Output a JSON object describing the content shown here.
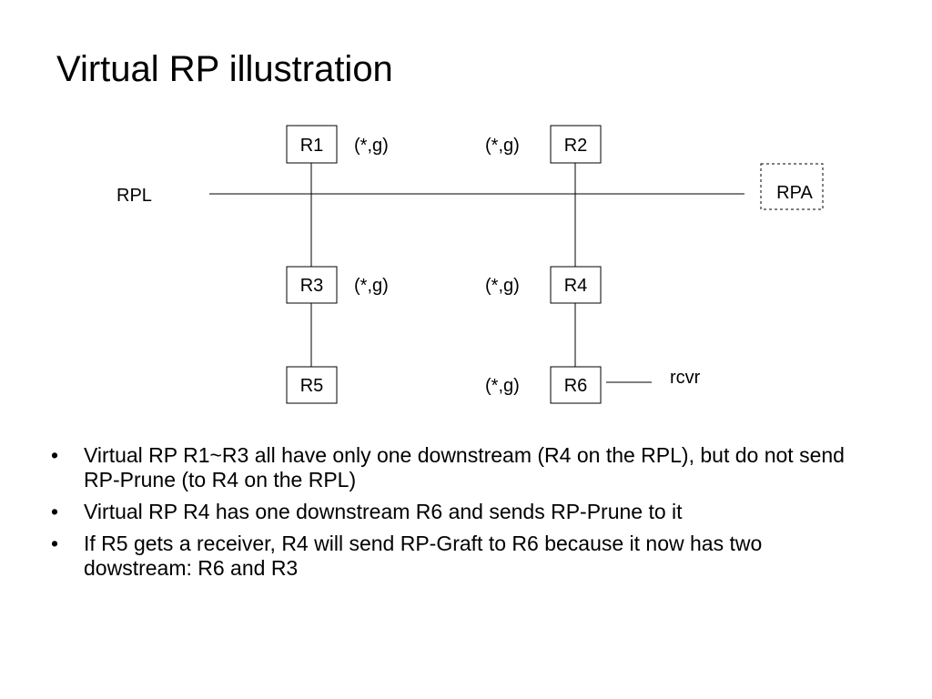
{
  "title": "Virtual RP illustration",
  "diagram": {
    "nodes": {
      "r1": "R1",
      "r2": "R2",
      "r3": "R3",
      "r4": "R4",
      "r5": "R5",
      "r6": "R6",
      "rpa": "RPA"
    },
    "rpl_label": "RPL",
    "rcvr_label": "rcvr",
    "state_labels": {
      "r1": "(*,g)",
      "r2": "(*,g)",
      "r3": "(*,g)",
      "r4": "(*,g)",
      "r6": "(*,g)"
    }
  },
  "bullets": [
    "Virtual RP R1~R3 all have only one downstream (R4 on the RPL), but do not send RP-Prune (to R4 on the RPL)",
    "Virtual RP R4 has one downstream R6 and sends RP-Prune to it",
    "If R5 gets a receiver, R4 will send RP-Graft to R6 because it now has two dowstream: R6 and R3"
  ]
}
